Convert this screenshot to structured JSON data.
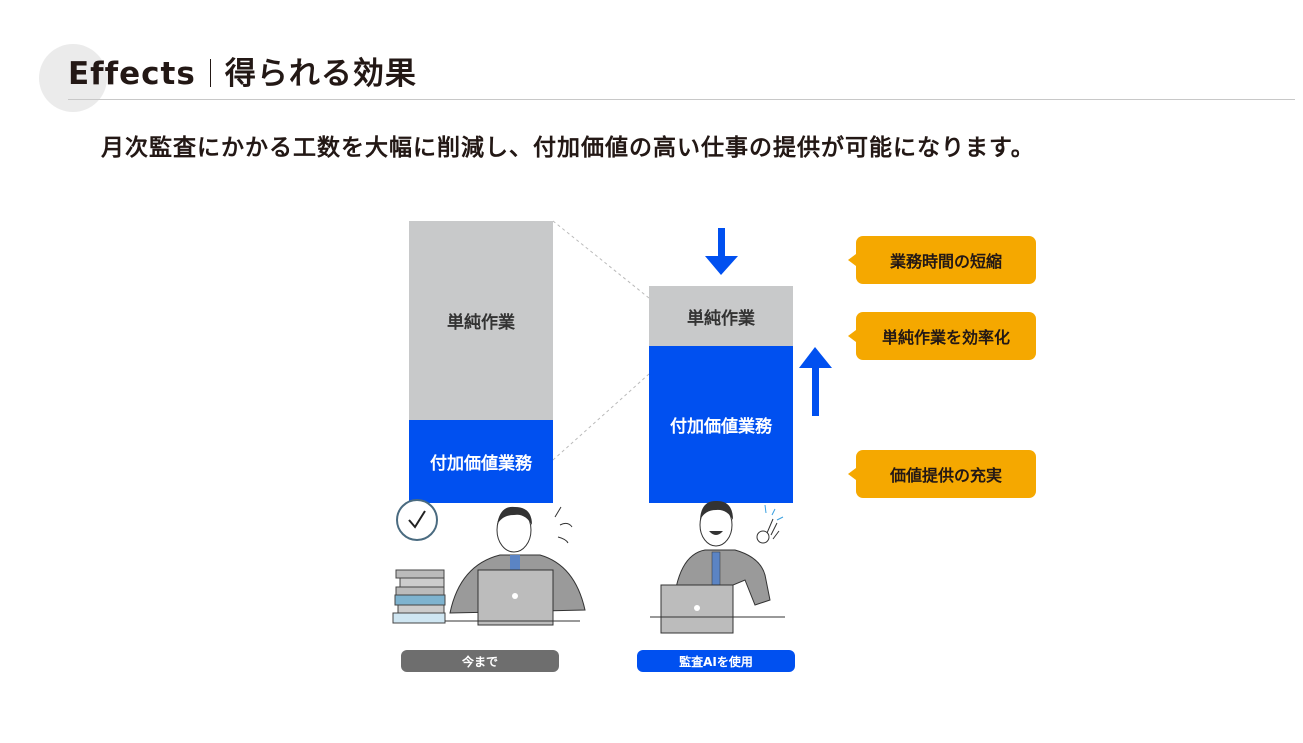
{
  "header": {
    "title_en": "Effects",
    "title_ja": "得られる効果"
  },
  "lead": "月次監査にかかる工数を大幅に削減し、付加価値の高い仕事の提供が可能になります。",
  "before": {
    "simple_work": "単純作業",
    "value_work": "付加価値業務",
    "label": "今まで"
  },
  "after": {
    "simple_work": "単純作業",
    "value_work": "付加価値業務",
    "label": "監査AIを使用"
  },
  "callouts": [
    "業務時間の短縮",
    "単純作業を効率化",
    "価値提供の充実"
  ],
  "colors": {
    "blue": "#0050f0",
    "gray": "#c8c9ca",
    "orange": "#f5a800",
    "tag_gray": "#6e6e6e"
  }
}
